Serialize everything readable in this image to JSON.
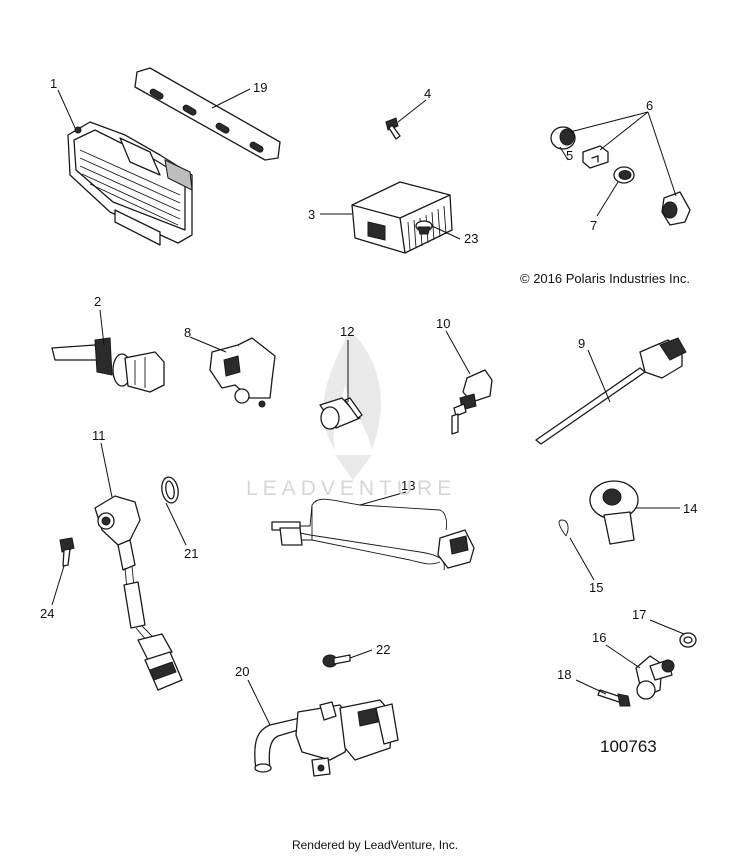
{
  "callouts": {
    "c1": "1",
    "c2": "2",
    "c3": "3",
    "c4": "4",
    "c5": "5",
    "c6": "6",
    "c7": "7",
    "c8": "8",
    "c9": "9",
    "c10": "10",
    "c11": "11",
    "c12": "12",
    "c13": "13",
    "c14": "14",
    "c15": "15",
    "c16": "16",
    "c17": "17",
    "c18": "18",
    "c19": "19",
    "c20": "20",
    "c21": "21",
    "c22": "22",
    "c23": "23",
    "c24": "24"
  },
  "copyright": "© 2016 Polaris Industries Inc.",
  "reference_number": "100763",
  "watermark": "LEADVENTURE",
  "footer": "Rendered by LeadVenture, Inc."
}
